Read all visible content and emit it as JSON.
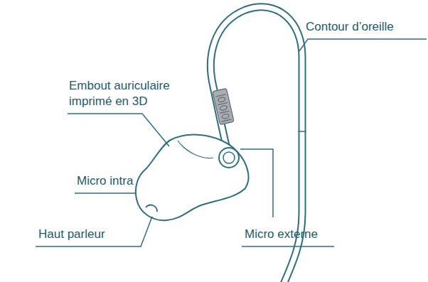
{
  "diagram": {
    "labels": [
      "Contour d’oreille",
      "Embout auriculaire imprimé en 3D",
      "Micro intra",
      "Haut parleur",
      "Micro externe"
    ]
  }
}
